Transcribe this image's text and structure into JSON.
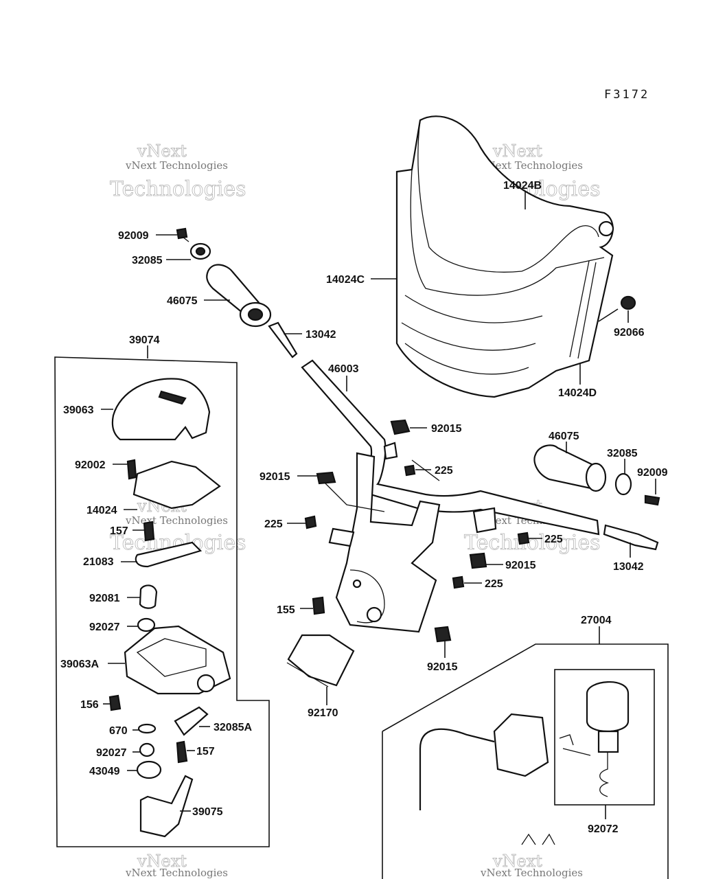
{
  "figure_code": "F3172",
  "watermark": {
    "line1": "vNext",
    "line2": "vNext Technologies",
    "line3": "Technologies"
  },
  "labels": {
    "p14024B": "14024B",
    "p14024C": "14024C",
    "p14024D": "14024D",
    "p92066": "92066",
    "p92009_top": "92009",
    "p32085_top": "32085",
    "p46075_top": "46075",
    "p13042_top": "13042",
    "p39074": "39074",
    "p46003": "46003",
    "p39063": "39063",
    "p92015_a": "92015",
    "p225_a": "225",
    "p92015_b": "92015",
    "p92002": "92002",
    "p46075_right": "46075",
    "p32085_right": "32085",
    "p92009_right": "92009",
    "p14024": "14024",
    "p157_a": "157",
    "p225_b": "225",
    "p225_c": "225",
    "p21083": "21083",
    "p92015_c": "92015",
    "p13042_right": "13042",
    "p225_d": "225",
    "p92081": "92081",
    "p155": "155",
    "p92027_a": "92027",
    "p27004": "27004",
    "p92015_d": "92015",
    "p39063A": "39063A",
    "p92170": "92170",
    "p156": "156",
    "p670": "670",
    "p32085A": "32085A",
    "p92027_b": "92027",
    "p157_b": "157",
    "p43049": "43049",
    "p39075": "39075",
    "p92072": "92072"
  }
}
